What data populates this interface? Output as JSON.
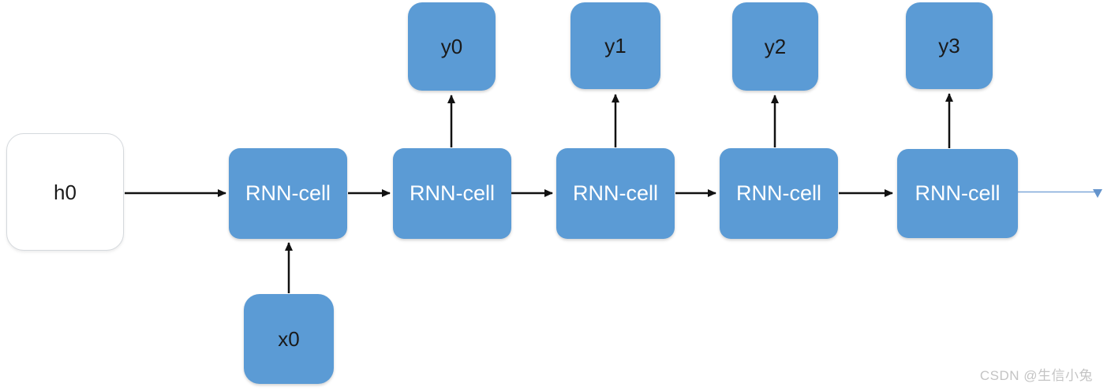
{
  "diagram": {
    "initial_state_node": {
      "label": "h0"
    },
    "input_node": {
      "label": "x0"
    },
    "cell_nodes": [
      {
        "label": "RNN-cell"
      },
      {
        "label": "RNN-cell"
      },
      {
        "label": "RNN-cell"
      },
      {
        "label": "RNN-cell"
      },
      {
        "label": "RNN-cell"
      }
    ],
    "output_nodes": [
      {
        "label": "y0"
      },
      {
        "label": "y1"
      },
      {
        "label": "y2"
      },
      {
        "label": "y3"
      }
    ],
    "colors": {
      "node_fill_blue": "#5b9bd5",
      "cell_label_text": "#ffffff",
      "io_label_text": "#1a1a1a",
      "h0_fill": "#ffffff",
      "h0_border": "#d5d9dd",
      "arrow_black": "#111111",
      "continuation_line_blue": "#7fa8d9",
      "continuation_arrowhead_blue": "#6494cc"
    }
  },
  "watermark": {
    "label": "CSDN @生信小兔",
    "color": "#c4c4c4"
  }
}
